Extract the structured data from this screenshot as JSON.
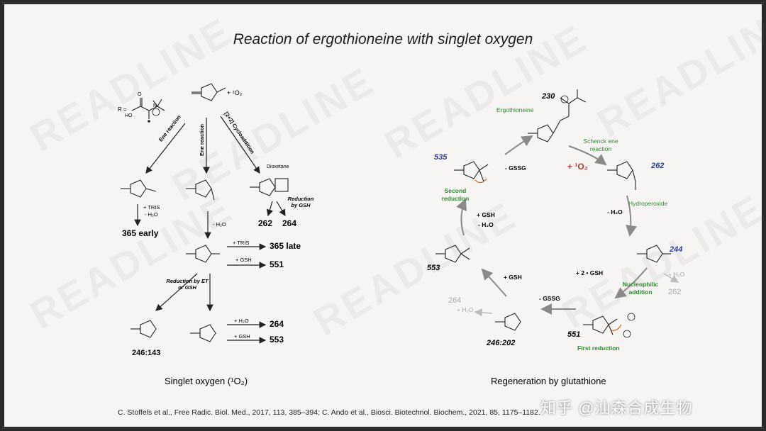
{
  "title": "Reaction of ergothioneine with singlet oxygen",
  "watermark": "READLINE",
  "colors": {
    "compound_number_blue": "#2e3f8f",
    "green_label": "#2e8b2e",
    "singlet_oxygen_red": "#c0392b",
    "cycle_arrow_gray": "#8a8a8a",
    "faded_gray": "#aaaaaa"
  },
  "left_panel": {
    "r_label": "R =",
    "hoocarboxyl": "HO",
    "o_label": "O",
    "n_label": "N",
    "plus_o2": "+ ¹O₂",
    "arrows": {
      "ene_1": "Ene reaction",
      "ene_2": "Ene reaction",
      "cyclo": "[2+2] Cycloaddition"
    },
    "dioxetane": "Dioxetane",
    "reduction_gsh": "Reduction by GSH",
    "reagents_1": "+ TRIS",
    "reagents_1b": "- H₂O",
    "minus_h2o": "- H₂O",
    "reduction_et_gsh": "Reduction by ET or GSH",
    "plus_tris": "+ TRIS",
    "plus_gsh": "+ GSH",
    "plus_h2o": "+ H₂O",
    "plus_gsh_2": "+ GSH",
    "products": {
      "p365early": "365 early",
      "p262": "262",
      "p264": "264",
      "p365late": "365 late",
      "p551": "551",
      "p246_143": "246:143",
      "p264b": "264",
      "p553": "553"
    },
    "caption": "Singlet oxygen (¹O₂)"
  },
  "right_panel": {
    "c230": "230",
    "ergothioneine": "Ergothioneine",
    "schenck": "Schenck ene reaction",
    "plus_o2": "+ ¹O₂",
    "c262": "262",
    "hydroperoxide": "Hydroperoxide",
    "minus_h2o": "- H₂O",
    "c244": "244",
    "plus_h2o_faded": "+ H₂O",
    "c262_faded": "262",
    "plus_2gsh": "+ 2 • GSH",
    "nucleophilic": "Nucleophilic addition",
    "c551": "551",
    "first_reduction": "First reduction",
    "minus_gssg_1": "- GSSG",
    "c246_202": "246:202",
    "c264_faded": "264",
    "plus_h2o_faded2": "+ H₂O",
    "plus_gsh": "+ GSH",
    "c553": "553",
    "plus_gsh_2": "+ GSH",
    "minus_h2o_2": "- H₂O",
    "c535": "535",
    "second_reduction": "Second reduction",
    "minus_gssg_2": "- GSSG",
    "caption": "Regeneration by glutathione"
  },
  "citation": "C. Stoffels et al., Free Radic. Biol. Med., 2017, 113, 385–394; C. Ando et al., Biosci. Biotechnol. Biochem., 2021, 85, 1175–1182.",
  "zhihu_watermark": "知乎 @汕森合成生物"
}
